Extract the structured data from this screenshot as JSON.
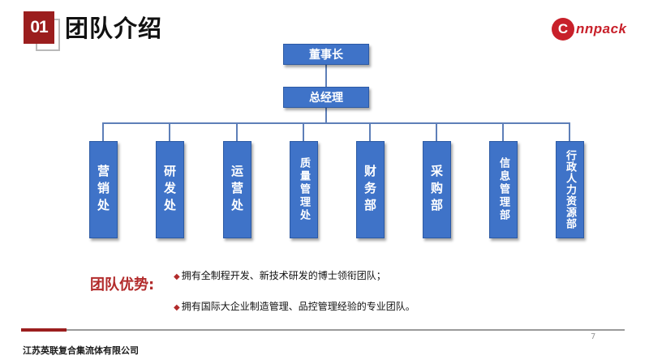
{
  "header": {
    "number": "01",
    "title": "团队介绍",
    "logo_initial": "C",
    "logo_text": "nnpack"
  },
  "org_chart": {
    "chairman": "董事长",
    "general_manager": "总经理",
    "departments": [
      "营销处",
      "研发处",
      "运营处",
      "质量管理处",
      "财务部",
      "采购部",
      "信息管理部",
      "行政人力资源部"
    ]
  },
  "advantages": {
    "title": "团队优势:",
    "items": [
      "拥有全制程开发、新技术研发的博士领衔团队；",
      "拥有国际大企业制造管理、品控管理经验的专业团队。"
    ]
  },
  "footer": {
    "page_number": "7",
    "company": "江苏英联复合集流体有限公司"
  },
  "colors": {
    "accent_red": "#9b1e1e",
    "box_blue": "#3f73c8",
    "advantage_red": "#b22b2b"
  }
}
